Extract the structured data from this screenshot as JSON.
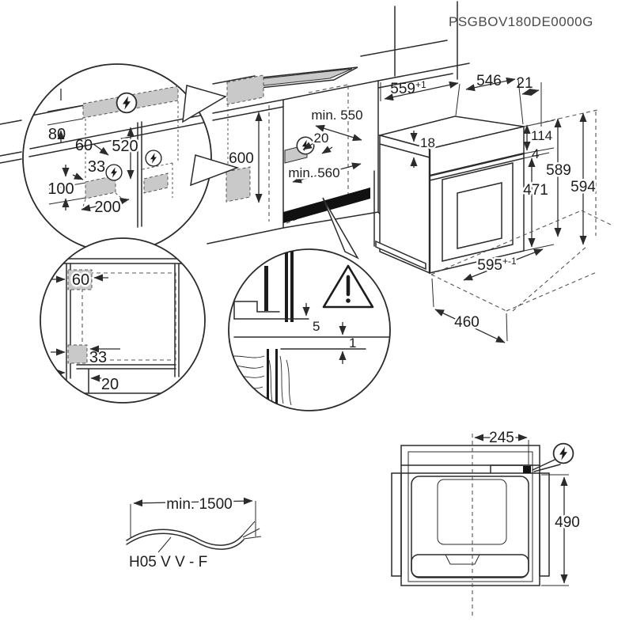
{
  "doc_code": "PSGBOV180DE0000G",
  "colors": {
    "line": "#2b2b2b",
    "zone_fill": "#c9c9c9",
    "plinth_fill": "#111111"
  },
  "icons": {
    "electrical": "lightning-icon",
    "caution": "warning-icon"
  },
  "zone_detail": {
    "height_above": "80",
    "offset_60": "60",
    "drop_520": "520",
    "offset_33": "33",
    "height_100": "100",
    "width_200": "200"
  },
  "cabinet": {
    "niche_height": "600",
    "niche_depth": "min. 550",
    "offset_20": "20",
    "niche_width": "min. 560"
  },
  "oven": {
    "niche_w": "559",
    "niche_w_sup": "+1",
    "depth_546": "546",
    "gap_21": "21",
    "top_18": "18",
    "panel_114": "114",
    "gap_4": "4",
    "door_471": "471",
    "h_589": "589",
    "h_594": "594",
    "w_595": "595",
    "w_595_sup": "+-1",
    "d_460": "460"
  },
  "front_detail": {
    "offset_60": "60",
    "offset_33": "33",
    "offset_20": "20"
  },
  "gap_detail": {
    "gap_5": "5",
    "gap_1": "1"
  },
  "cable": {
    "length": "min. 1500",
    "type": "H05 V V - F"
  },
  "top_view": {
    "center_245": "245",
    "depth_490": "490"
  }
}
